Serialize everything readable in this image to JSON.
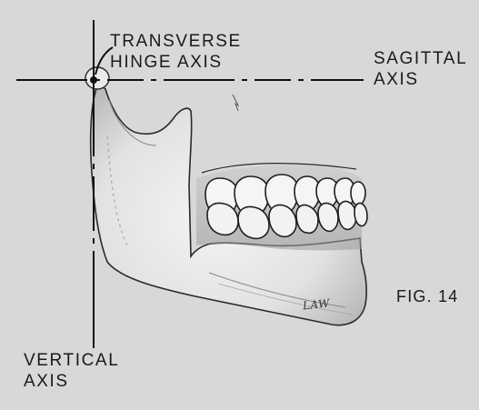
{
  "labels": {
    "transverse_line1": "TRANSVERSE",
    "transverse_line2": "HINGE AXIS",
    "sagittal_line1": "SAGITTAL",
    "sagittal_line2": "AXIS",
    "vertical_line1": "VERTICAL",
    "vertical_line2": "AXIS",
    "figure_number": "FIG. 14"
  },
  "signature": "LAW",
  "colors": {
    "paper": "#d8d8d8",
    "ink": "#1a1a1a",
    "bone_shading": "#8a8a8a"
  }
}
